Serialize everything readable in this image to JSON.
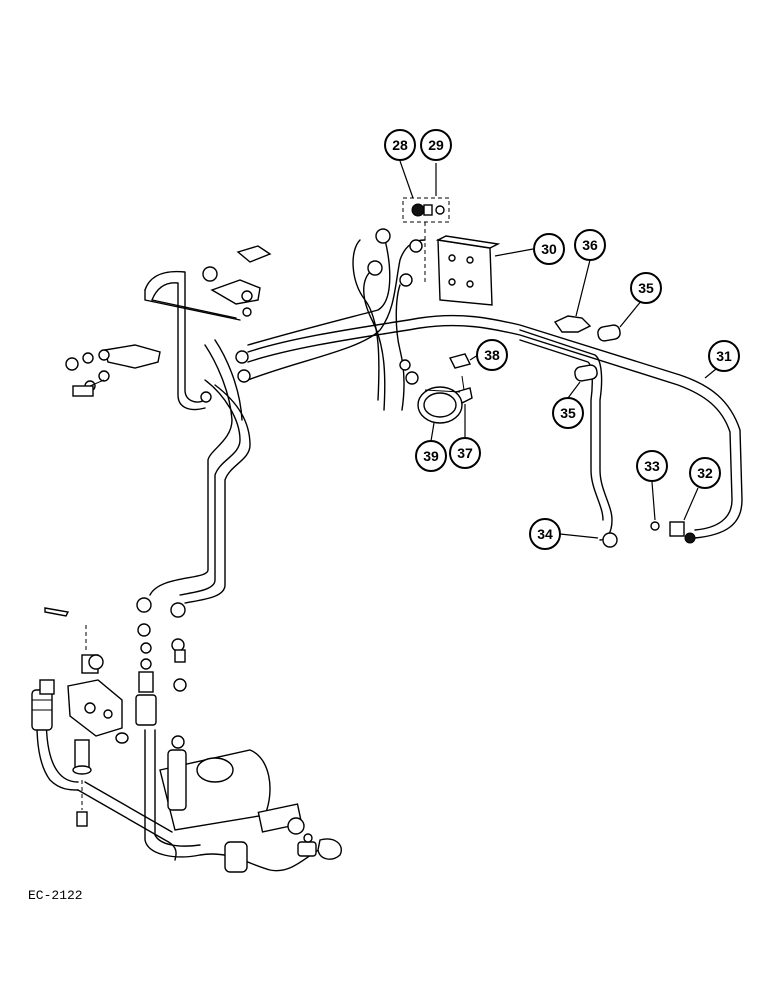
{
  "drawing_code": "EC-2122",
  "callouts": [
    "28",
    "29",
    "30",
    "36",
    "35",
    "31",
    "38",
    "35",
    "39",
    "37",
    "33",
    "32",
    "34"
  ]
}
